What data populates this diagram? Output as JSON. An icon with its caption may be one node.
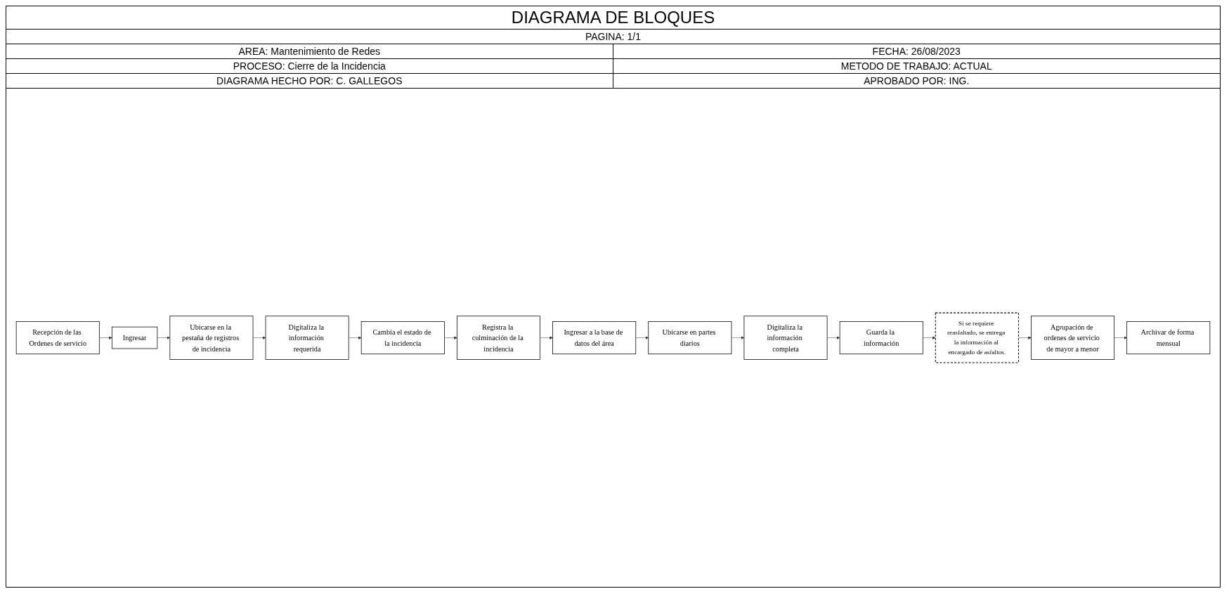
{
  "diagram": {
    "title": "DIAGRAMA DE BLOQUES",
    "nodes": [
      {
        "text": [
          "Recepción de las Ordenes de servicio"
        ]
      },
      {
        "text": [
          "Ingresar"
        ]
      },
      {
        "text": [
          "Ubicarse en la pestaña de registros de incidencia"
        ]
      },
      {
        "text": [
          "Digitaliza la información requerida"
        ]
      },
      {
        "text": [
          "Cambia el estado de la incidencia"
        ]
      },
      {
        "text": [
          "Registra la culminación de la incidencia"
        ]
      },
      {
        "text": [
          "Ingresar a la base de datos del área"
        ]
      },
      {
        "text": [
          "Ubicarse en partes diarios"
        ]
      },
      {
        "text": [
          "Digitaliza la información completa"
        ]
      },
      {
        "text": [
          "Guarda la información"
        ]
      },
      {
        "text": [
          "Si se requiere reasfaltado, se entrega la información al encargado de asfaltos."
        ]
      },
      {
        "text": [
          "Agrupación de ordenes de servicio de mayor a menor"
        ]
      },
      {
        "text": [
          "Archivar de forma mensual"
        ]
      }
    ],
    "edges": [
      {
        "from": 0,
        "to": 1,
        "arrow": "to"
      },
      {
        "from": 1,
        "to": 2,
        "arrow": "to"
      },
      {
        "from": 2,
        "to": 3,
        "arrow": "to"
      },
      {
        "from": 3,
        "to": 4,
        "arrow": "to"
      },
      {
        "from": 4,
        "to": 5,
        "arrow": "to"
      },
      {
        "from": 5,
        "to": 6,
        "arrow": "to"
      },
      {
        "from": 6,
        "to": 7,
        "arrow": "to"
      },
      {
        "from": 7,
        "to": 8,
        "arrow": "to"
      },
      {
        "from": 8,
        "to": 9,
        "arrow": "to"
      },
      {
        "from": 9,
        "to": 10,
        "arrow": "to"
      },
      {
        "from": 10,
        "to": 11,
        "arrow": "to"
      },
      {
        "from": 11,
        "to": 12,
        "arrow": "to"
      }
    ],
    "labels": [
      "PAGINA: 1/1",
      "AREA: Mantenimiento de Redes",
      "FECHA: 26/08/2023",
      "PROCESO: Cierre de la Incidencia",
      "METODO DE TRABAJO: ACTUAL",
      "DIAGRAMA HECHO POR: C. GALLEGOS",
      "APROBADO POR: ING."
    ]
  }
}
